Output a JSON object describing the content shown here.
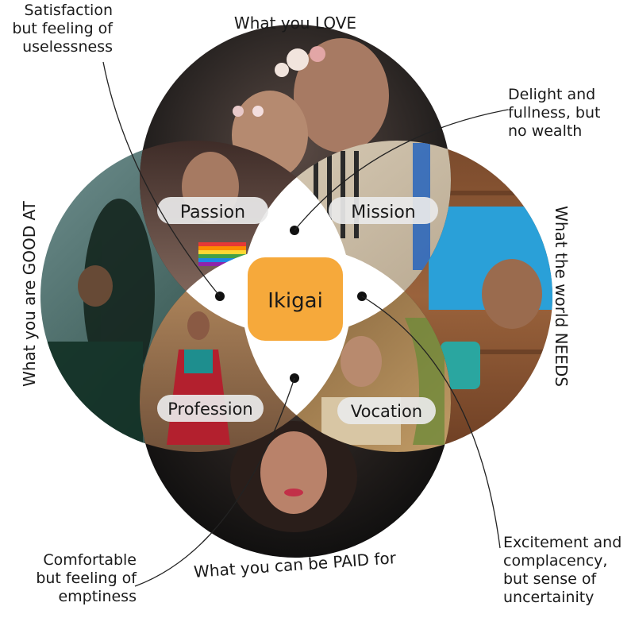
{
  "circles": {
    "top": "What you LOVE",
    "left": "What you are GOOD AT",
    "right": "What the world NEEDS",
    "bottom": "What you can be PAID for"
  },
  "overlaps": {
    "passion": "Passion",
    "mission": "Mission",
    "profession": "Profession",
    "vocation": "Vocation",
    "center": "Ikigai"
  },
  "notes": {
    "passion": "Satisfaction\nbut feeling of\nuselessness",
    "mission": "Delight and\nfullness, but\nno wealth",
    "profession": "Comfortable\nbut feeling of\nemptiness",
    "vocation": "Excitement and\ncomplacency,\nbut sense of\nuncertainity"
  },
  "colors": {
    "center": "#f6a93b",
    "petal": "#ffffff",
    "pill": "#e9e9e9",
    "circle_edge": "#1c1c1c"
  }
}
